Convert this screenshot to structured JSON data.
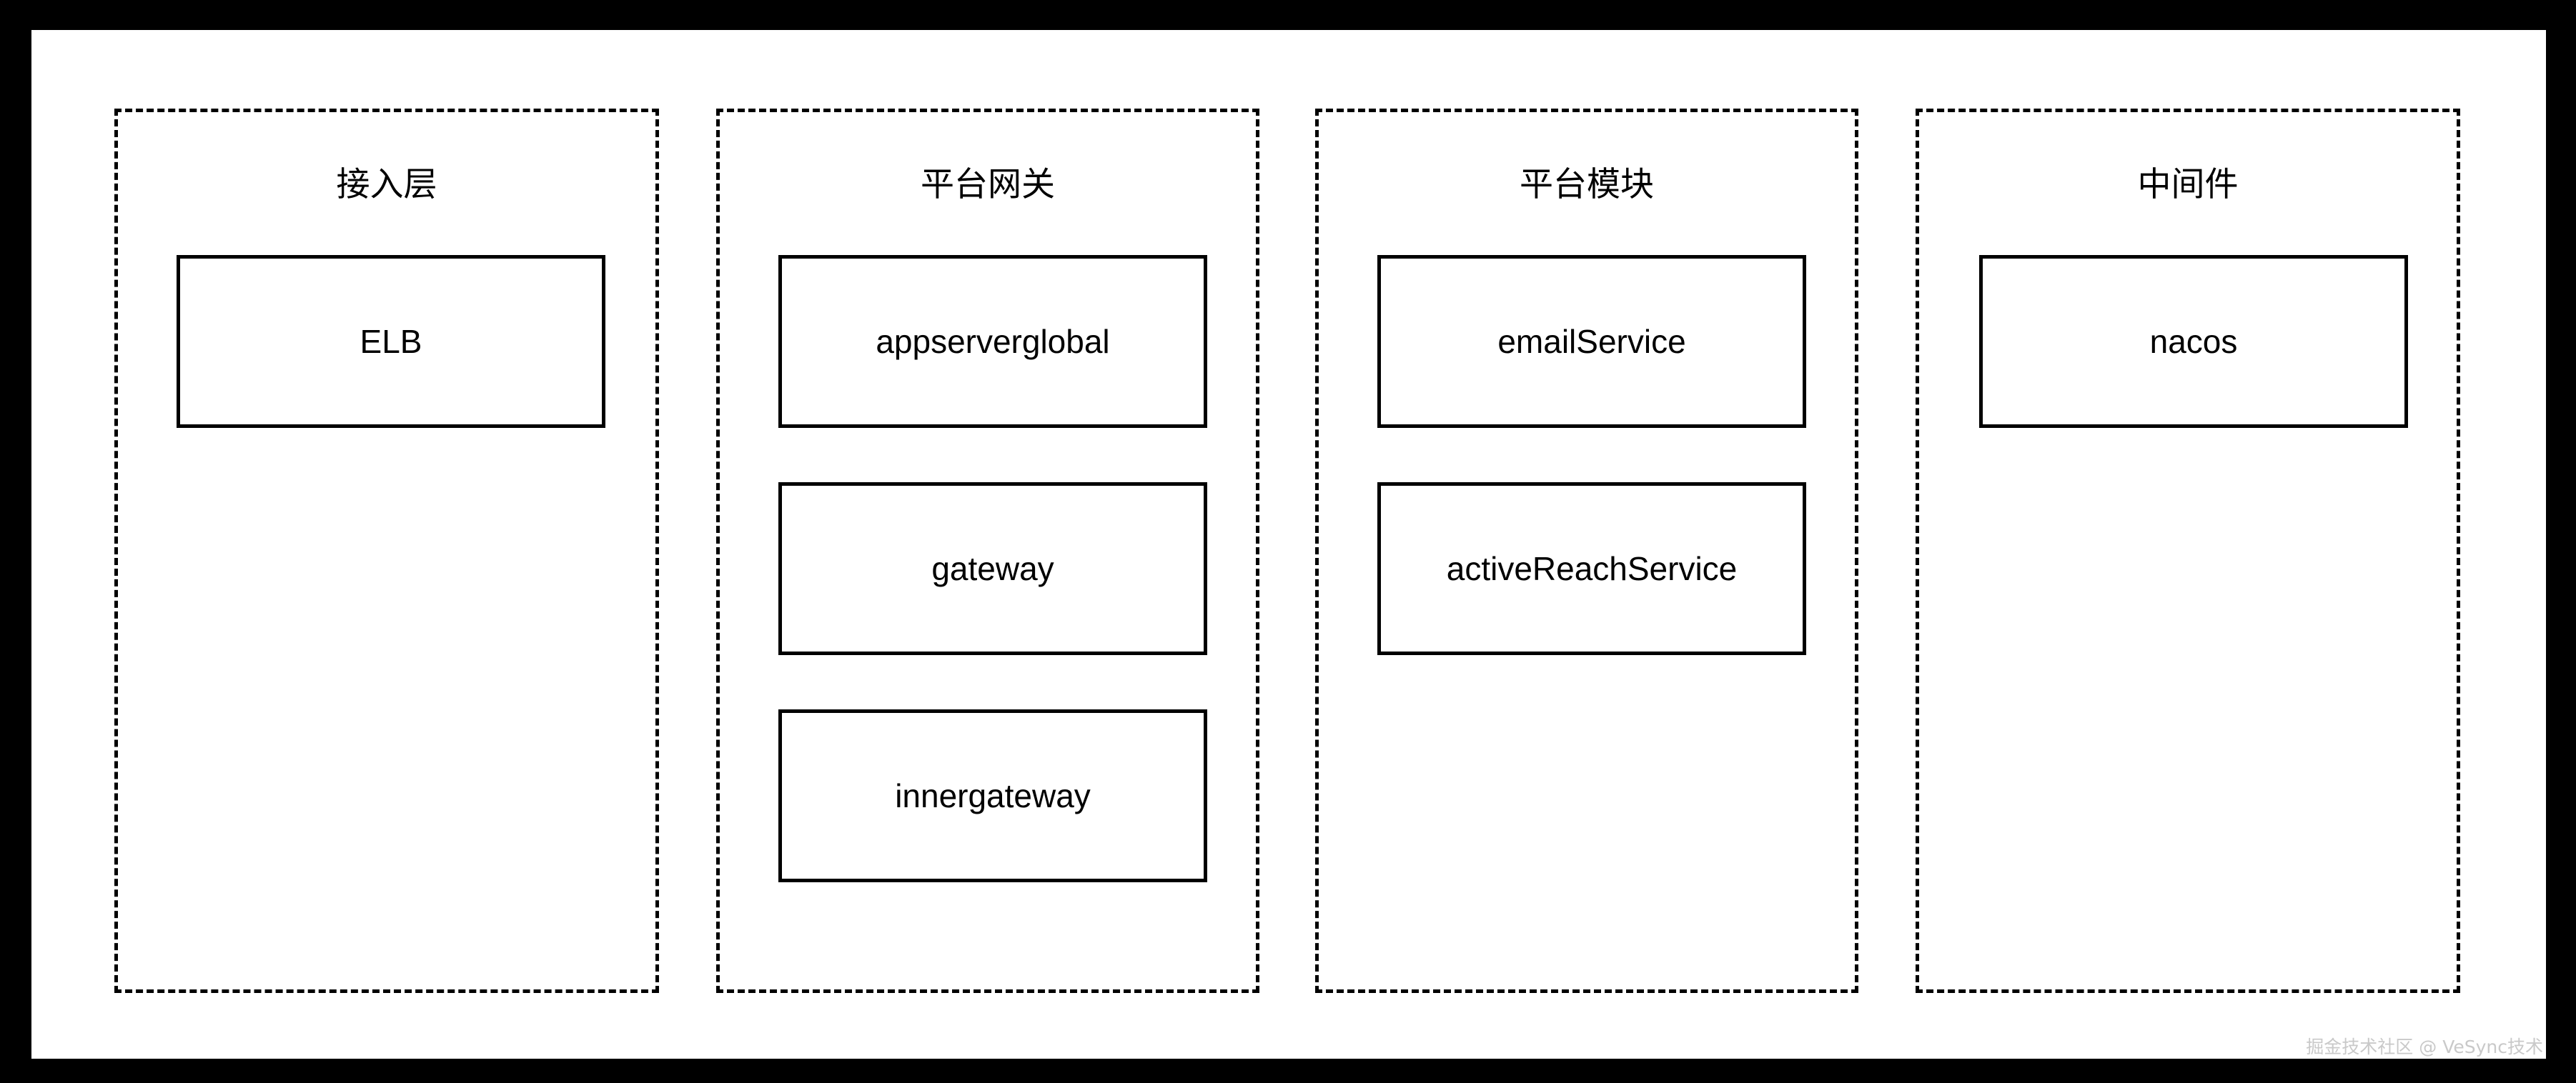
{
  "diagram": {
    "groups": [
      {
        "id": "access",
        "title": "接入层",
        "boxes": [
          {
            "label": "ELB"
          }
        ]
      },
      {
        "id": "gateway",
        "title": "平台网关",
        "boxes": [
          {
            "label": "appserverglobal"
          },
          {
            "label": "gateway"
          },
          {
            "label": "innergateway"
          }
        ]
      },
      {
        "id": "module",
        "title": "平台模块",
        "boxes": [
          {
            "label": "emailService"
          },
          {
            "label": "activeReachService"
          }
        ]
      },
      {
        "id": "middleware",
        "title": "中间件",
        "boxes": [
          {
            "label": "nacos"
          }
        ]
      }
    ]
  },
  "watermark": {
    "text": "掘金技术社区 @ VeSync技术"
  },
  "colors": {
    "frame": "#000000",
    "canvas": "#ffffff",
    "stroke": "#000000",
    "text": "#000000",
    "watermark": "#c9c9c9"
  }
}
